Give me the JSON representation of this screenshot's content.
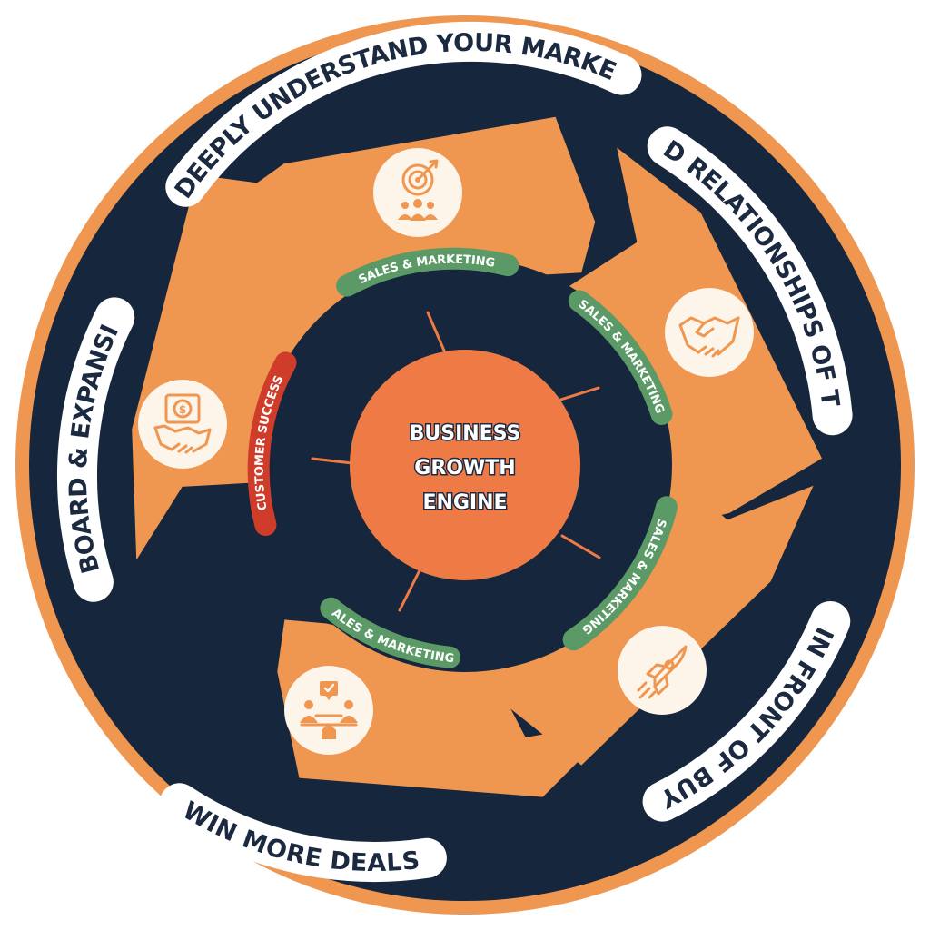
{
  "center": {
    "lines": [
      "BUSINESS",
      "GROWTH",
      "ENGINE"
    ]
  },
  "stages": [
    {
      "label": "DEEPLY UNDERSTAND YOUR MARKET",
      "icon": "target-audience-icon",
      "pill": "SALES & MARKETING"
    },
    {
      "label": "BUILD RELATIONSHIPS OF TRUST",
      "icon": "handshake-icon",
      "pill": "SALES & MARKETING"
    },
    {
      "label": "GET IN FRONT OF BUYERS",
      "icon": "rocket-icon",
      "pill": "SALES & MARKETING"
    },
    {
      "label": "WIN MORE DEALS",
      "icon": "negotiation-icon",
      "pill": "SALES & MARKETING"
    },
    {
      "label": "ONBOARD & EXPANSION",
      "icon": "money-handshake-icon",
      "pill": "CUSTOMER SUCCESS"
    }
  ],
  "colors": {
    "outer_ring": "#ef9650",
    "navy": "#16263d",
    "arrow": "#ef9650",
    "center": "#ee7a45",
    "pill_sales": "#5b9a66",
    "pill_success": "#cf3d2a",
    "icon_disc": "#fdf4ea",
    "label_bg": "#ffffff"
  }
}
